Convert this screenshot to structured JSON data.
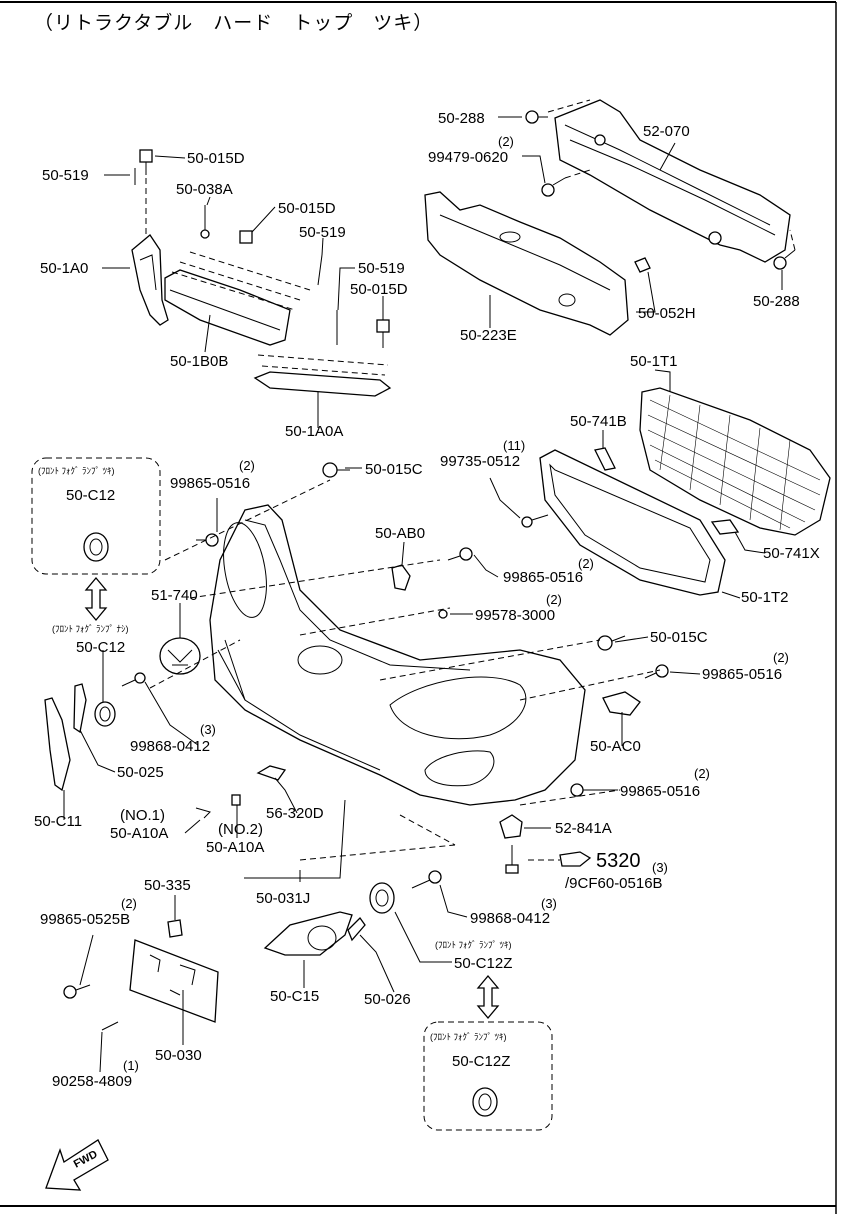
{
  "title": "（リトラクタブル　ハード　トップ　ツキ）",
  "notes": {
    "fog_with": "(ﾌﾛﾝﾄ ﾌｫｸﾞ ﾗﾝﾌﾟ ﾂｷ)",
    "fog_without": "(ﾌﾛﾝﾄ ﾌｫｸﾞ ﾗﾝﾌﾟ ﾅｼ)"
  },
  "parts": {
    "p50_288_top": "50-288",
    "p52_070": "52-070",
    "q99479": "(2)",
    "p99479": "99479-0620",
    "p50_519_a": "50-519",
    "p50_015D_a": "50-015D",
    "p50_038A": "50-038A",
    "p50_015D_b": "50-015D",
    "p50_519_b": "50-519",
    "p50_519_c": "50-519",
    "p50_015D_c": "50-015D",
    "p50_1A0": "50-1A0",
    "p50_052H": "50-052H",
    "p50_288_bot": "50-288",
    "p50_223E": "50-223E",
    "p50_1B0B": "50-1B0B",
    "p50_1T1": "50-1T1",
    "p50_1A0A": "50-1A0A",
    "p50_741B": "50-741B",
    "q99735": "(11)",
    "p99735": "99735-0512",
    "q99865_a": "(2)",
    "p99865_a": "99865-0516",
    "p50_015C_a": "50-015C",
    "p50_C12_a": "50-C12",
    "p50_AB0": "50-AB0",
    "p50_741X": "50-741X",
    "q99865_b": "(2)",
    "p99865_b": "99865-0516",
    "p50_1T2": "50-1T2",
    "p51_740": "51-740",
    "q99578": "(2)",
    "p99578": "99578-3000",
    "p50_C12_b": "50-C12",
    "p50_015C_b": "50-015C",
    "q99865_c": "(2)",
    "p99865_c": "99865-0516",
    "q99868_a": "(3)",
    "p99868_a": "99868-0412",
    "p50_AC0": "50-AC0",
    "p50_025": "50-025",
    "q99865_d": "(2)",
    "p99865_d": "99865-0516",
    "p50_C11": "50-C11",
    "p_no1": "(NO.1)",
    "p50_A10A_1": "50-A10A",
    "p56_320D": "56-320D",
    "p_no2": "(NO.2)",
    "p50_A10A_2": "50-A10A",
    "p52_841A": "52-841A",
    "p5320": "5320",
    "q5320": "(3)",
    "p9CF60": "/9CF60-0516B",
    "p50_335": "50-335",
    "p50_031J": "50-031J",
    "q99865_e": "(2)",
    "p99865_0525B": "99865-0525B",
    "q99868_b": "(3)",
    "p99868_b": "99868-0412",
    "p50_C12Z_a": "50-C12Z",
    "p50_C15": "50-C15",
    "p50_026": "50-026",
    "p50_030": "50-030",
    "q90258": "(1)",
    "p90258": "90258-4809",
    "p50_C12Z_b": "50-C12Z",
    "fwd": "FWD"
  }
}
